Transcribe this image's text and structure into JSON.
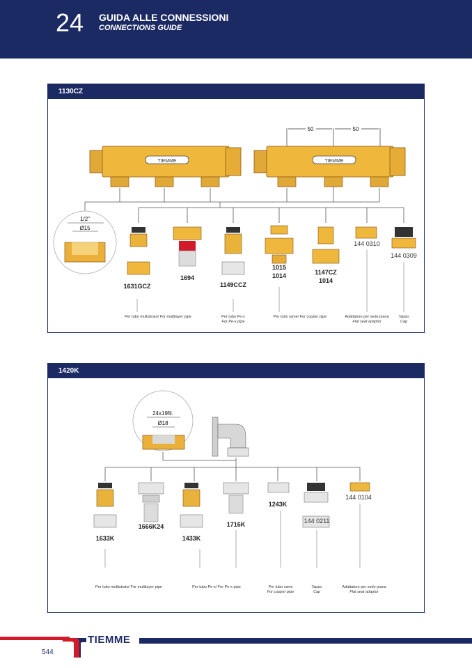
{
  "header": {
    "page_number": "24",
    "title_it": "GUIDA ALLE CONNESSIONI",
    "title_en": "CONNECTIONS GUIDE"
  },
  "section1": {
    "title": "1130CZ",
    "brand_mark": "TIEMME",
    "dimensions": [
      "50",
      "50"
    ],
    "thread_detail": {
      "size": "1/2\"",
      "diameter": "Ø15"
    },
    "parts": [
      "1631GCZ",
      "1694",
      "1149CCZ",
      "1015",
      "1014",
      "1147CZ",
      "1014",
      "144 0310",
      "144 0309"
    ],
    "captions": [
      "Per tubo multistrato/ For multilayer pipe",
      "Per tubo Pe-x",
      "For Pe-x pipe",
      "Per tubo rame/ For copper pipe",
      "Adattatore per sede piana",
      "Flat seat adaptor",
      "Tappo",
      "Cap"
    ]
  },
  "section2": {
    "title": "1420K",
    "thread_detail": {
      "size": "24x19fil.",
      "diameter": "Ø18"
    },
    "parts": [
      "1633K",
      "1666K24",
      "1433K",
      "1716K",
      "1243K",
      "144 0211",
      "144 0104"
    ],
    "captions": [
      "Per tubo multistrato/ For multilayer pipe",
      "Per tubo Pe-x/ For Pe-x pipe",
      "Per tubo rame",
      "For copper pipe",
      "Tappo",
      "Cap",
      "Adattatore per sede piana",
      "Flat seat adaptor"
    ]
  },
  "footer": {
    "brand": "TIEMME",
    "page": "544"
  }
}
